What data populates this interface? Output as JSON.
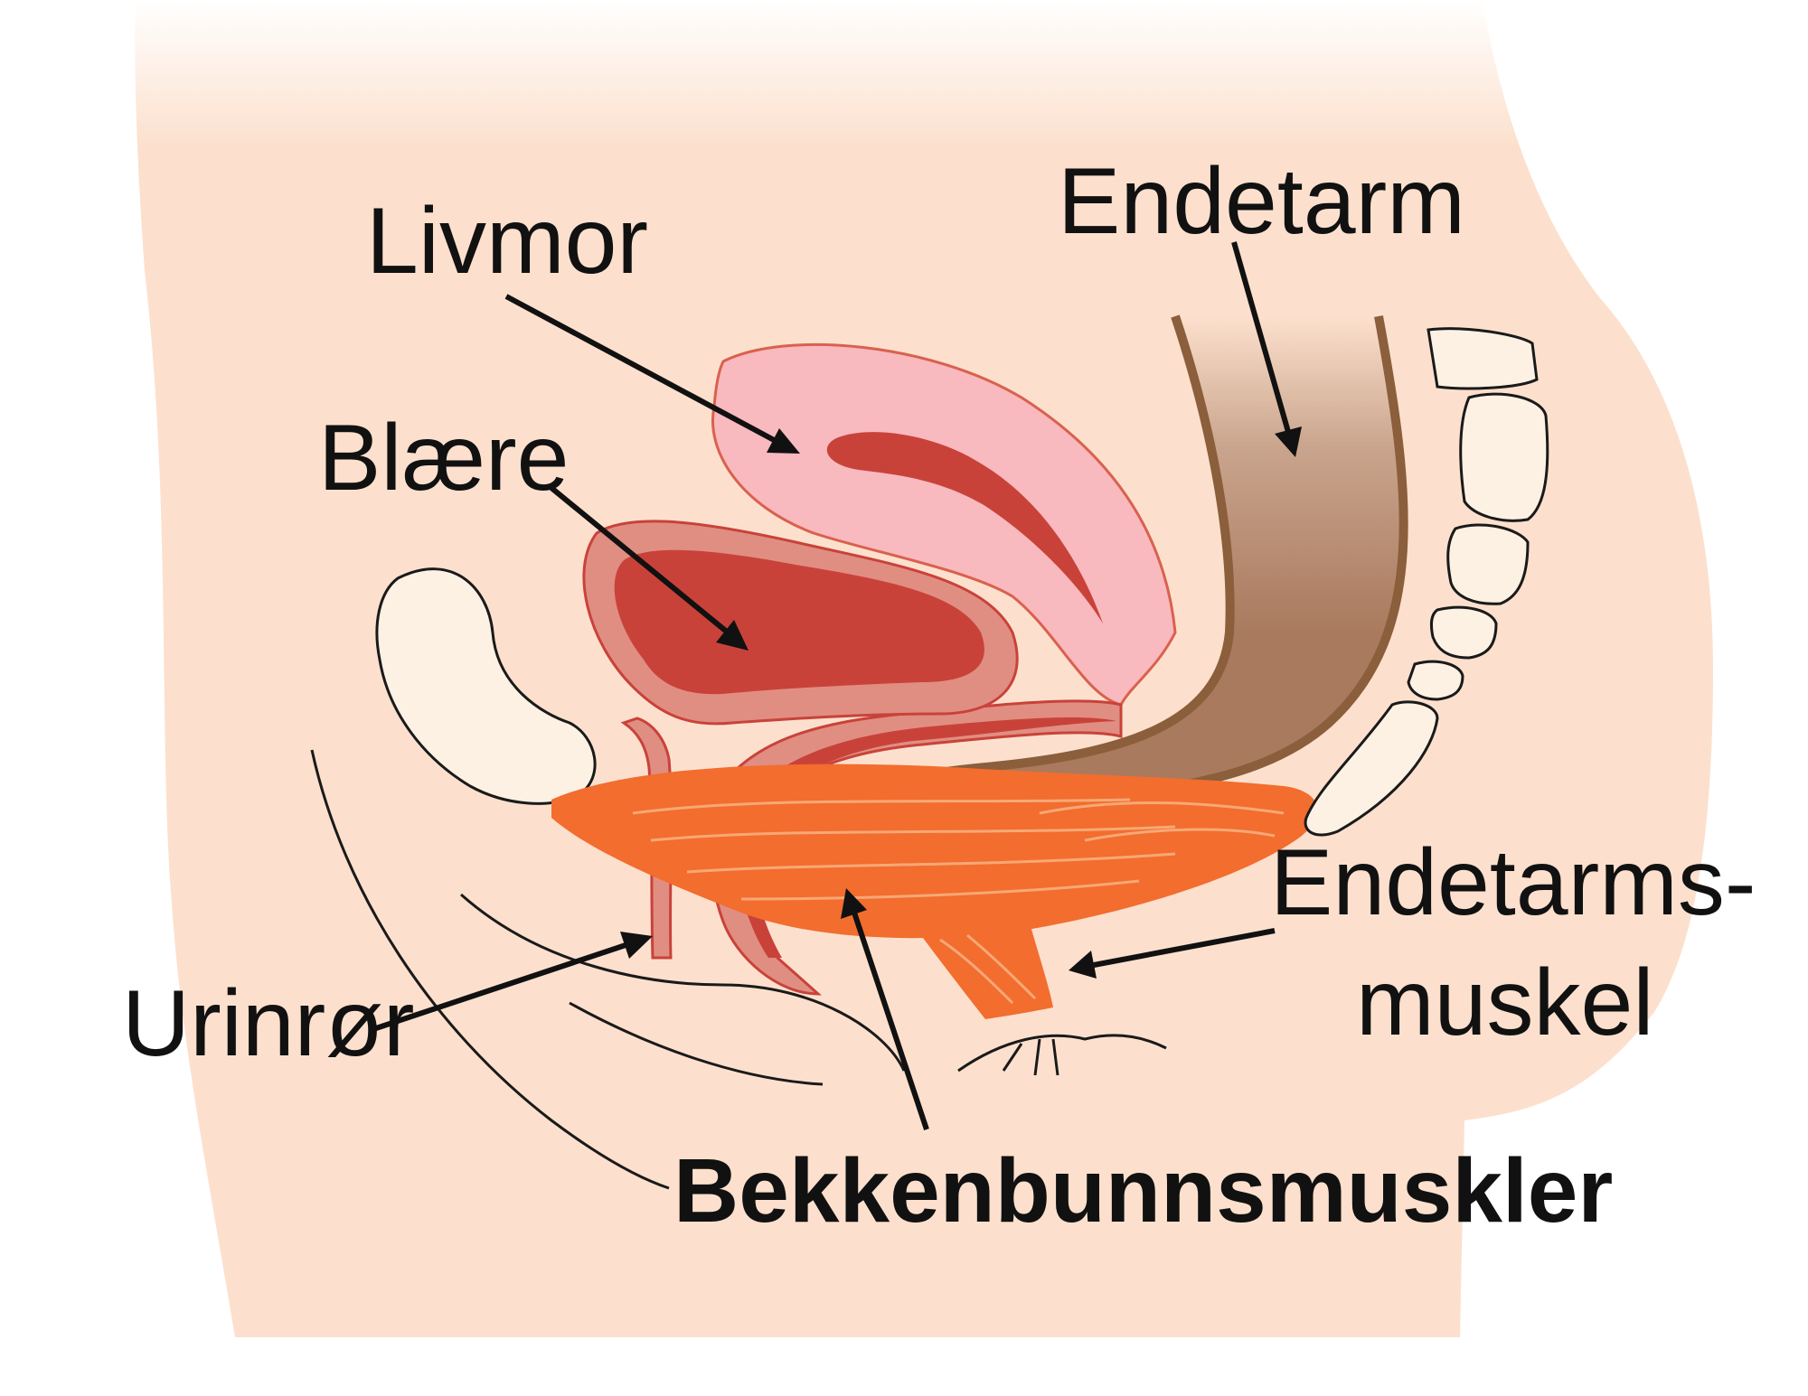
{
  "labels": {
    "livmor": "Livmor",
    "blaere": "Blære",
    "endetarm": "Endetarm",
    "urinror": "Urinrør",
    "endetarmsmuskel_line1": "Endetarms-",
    "endetarmsmuskel_line2": "muskel",
    "bekkenbunnsmuskler": "Bekkenbunnsmuskler"
  },
  "colors": {
    "skin": "#FCE0CD",
    "uterus": "#F8B9BF",
    "bladder_wall": "#E08E82",
    "bladder_inner": "#C9423A",
    "rectum": "#A97A5E",
    "rectum_edge": "#8B5E3C",
    "muscle": "#F26D2E",
    "muscle_fiber": "#F7A876",
    "bone": "#FDF1E4"
  }
}
